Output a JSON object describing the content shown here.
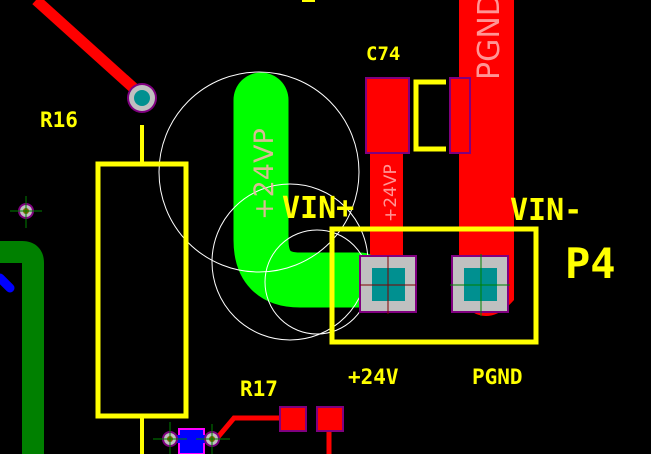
{
  "view": {
    "type": "pcb-layout-editor",
    "background_color": "#000000"
  },
  "colors": {
    "top_copper": "#ff0000",
    "bottom_copper_bright": "#00ff00",
    "bottom_copper_dark": "#008000",
    "silkscreen": "#ffff00",
    "pad_body": "#c0c0c0",
    "pad_hole": "#009090",
    "pad_outline": "#800080",
    "selection_outline": "#ff00ff",
    "inner_trace": "#0000ff",
    "clearance_circle": "#ffffff",
    "netname": "#ffb0b0",
    "crosshair_green": "#008000",
    "crosshair_red": "#800000"
  },
  "components": {
    "R16": {
      "designator": "R16"
    },
    "R17": {
      "designator": "R17"
    },
    "C74": {
      "designator": "C74"
    },
    "P4": {
      "designator": "P4",
      "pin_labels": [
        "VIN+",
        "VIN-"
      ],
      "pin_net_labels": [
        "+24V",
        "PGND"
      ]
    }
  },
  "nets": {
    "green_trace_net": "+24VP",
    "red_trace_net_small": "+24VP",
    "red_trace_net_large": "PGND"
  }
}
